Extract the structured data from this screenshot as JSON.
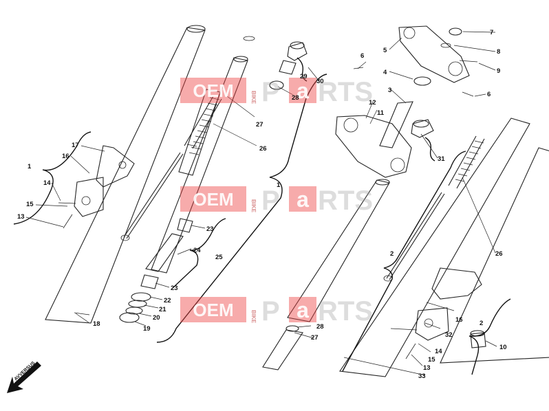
{
  "watermark": {
    "oem": "OEM",
    "bike": "BIKE",
    "p": "P",
    "a": "a",
    "rts": "RTS"
  },
  "direction_label": "AVVERSUS",
  "callouts": [
    "1",
    "2",
    "3",
    "4",
    "5",
    "6",
    "7",
    "8",
    "9",
    "10",
    "11",
    "12",
    "13",
    "14",
    "15",
    "16",
    "17",
    "18",
    "19",
    "20",
    "21",
    "22",
    "23",
    "24",
    "25",
    "26",
    "27",
    "28",
    "29",
    "30",
    "31",
    "32",
    "33"
  ]
}
